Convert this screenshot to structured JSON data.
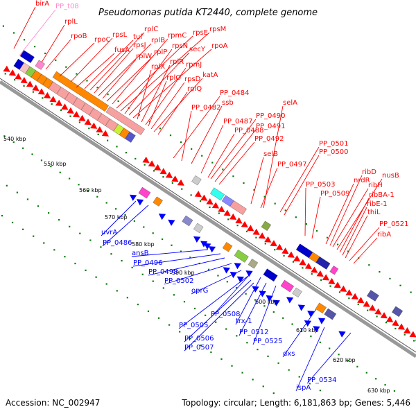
{
  "map": {
    "title": "Pseudomonas putida KT2440, complete genome",
    "accession": "Accession: NC_002947",
    "summary": "Topology: circular; Length: 6,181,863 bp; Genes: 5,446"
  },
  "colors": {
    "forward": "#ff0000",
    "reverse": "#0000ff",
    "rrna_trna": "#ff88cc",
    "backbone": "#999999"
  },
  "kbp_ticks": [
    "540 kbp",
    "550 kbp",
    "560 kbp",
    "570 kbp",
    "580 kbp",
    "590 kbp",
    "600 kbp",
    "610 kbp",
    "620 kbp",
    "630 kbp"
  ],
  "labels_top": [
    "birA",
    "PP_t08",
    "rplL",
    "rpoB",
    "rpoC",
    "rpsL",
    "fusA",
    "tuf",
    "rplC",
    "rpsJ",
    "rplB",
    "rplW",
    "rplP",
    "rpmC",
    "rpsE",
    "rpsM",
    "rpsN",
    "secY",
    "rpoA",
    "rplX",
    "rplR",
    "rpmJ",
    "rplO",
    "rpsD",
    "katA",
    "rplQ",
    "PP_0484",
    "PP_0482",
    "ssb",
    "PP_0487",
    "PP_0488",
    "PP_0490",
    "PP_0491",
    "PP_0492",
    "selA",
    "selB",
    "PP_0497",
    "PP_0501",
    "PP_0500",
    "PP_0503",
    "PP_0509",
    "nrdR",
    "ribD",
    "ribH",
    "nusB",
    "ribBA-1",
    "ribE-1",
    "thiL",
    "PP_0521",
    "ribA"
  ],
  "labels_bottom": [
    "uvrA",
    "PP_0486",
    "ansB",
    "PP_0496",
    "PP_0498",
    "PP_0502",
    "oprG",
    "PP_0508",
    "PP_0505",
    "trx-1",
    "PP_0506",
    "PP_0507",
    "PP_0512",
    "PP_0525",
    "dxs",
    "ispA",
    "PP_0534"
  ]
}
